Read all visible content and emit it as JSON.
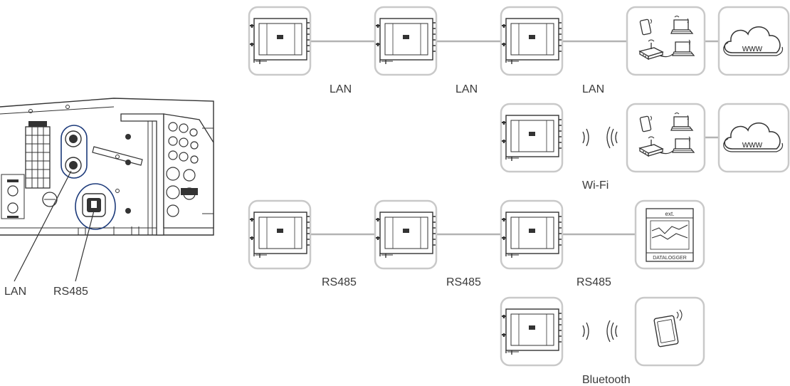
{
  "colors": {
    "frame": "#c9c9c9",
    "connector": "#b3b3b3",
    "ink": "#333333"
  },
  "icons": [
    "inverter-icon",
    "network-router-devices-icon",
    "cloud-www-icon",
    "wifi-waves-icon",
    "datalogger-icon",
    "tablet-icon"
  ],
  "labels": {
    "callout_lan": "LAN",
    "callout_rs485": "RS485",
    "row1": [
      "LAN",
      "LAN",
      "LAN"
    ],
    "row2": "Wi-Fi",
    "row3": [
      "RS485",
      "RS485",
      "RS485"
    ],
    "row4": "Bluetooth",
    "cloud_text": "www",
    "datalogger_top": "ext.",
    "datalogger_bottom": "DATALOGGER"
  }
}
